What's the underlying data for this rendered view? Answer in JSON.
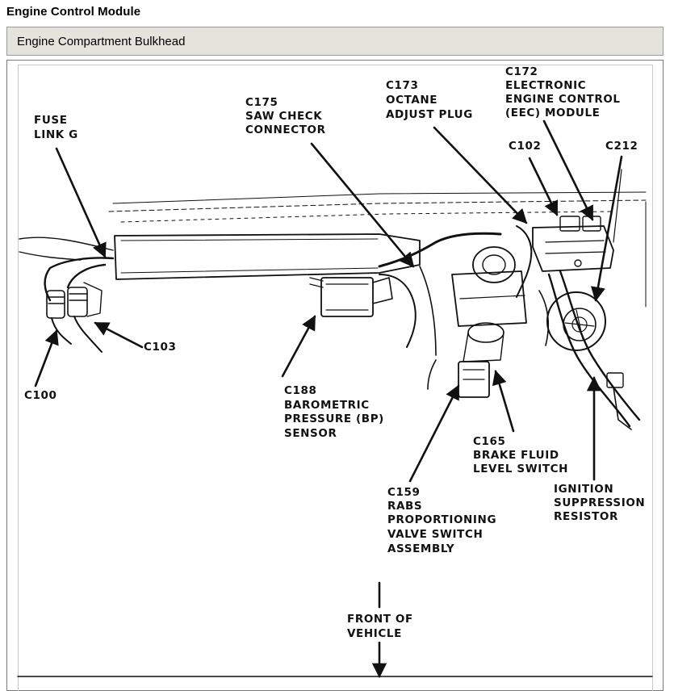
{
  "page": {
    "title": "Engine Control Module",
    "section_header": "Engine Compartment Bulkhead"
  },
  "diagram": {
    "labels": {
      "fuse_link": [
        "FUSE",
        "LINK G"
      ],
      "c175": [
        "C175",
        "SAW CHECK",
        "CONNECTOR"
      ],
      "c173": [
        "C173",
        "OCTANE",
        "ADJUST PLUG"
      ],
      "c172": [
        "C172",
        "ELECTRONIC",
        "ENGINE CONTROL",
        "(EEC) MODULE"
      ],
      "c102": [
        "C102"
      ],
      "c212": [
        "C212"
      ],
      "c103": [
        "C103"
      ],
      "c100": [
        "C100"
      ],
      "c188": [
        "C188",
        "BAROMETRIC",
        "PRESSURE (BP)",
        "SENSOR"
      ],
      "c165": [
        "C165",
        "BRAKE FLUID",
        "LEVEL SWITCH"
      ],
      "ignition": [
        "IGNITION",
        "SUPPRESSION",
        "RESISTOR"
      ],
      "c159": [
        "C159",
        "RABS",
        "PROPORTIONING",
        "VALVE SWITCH",
        "ASSEMBLY"
      ],
      "front": [
        "FRONT OF",
        "VEHICLE"
      ]
    }
  }
}
